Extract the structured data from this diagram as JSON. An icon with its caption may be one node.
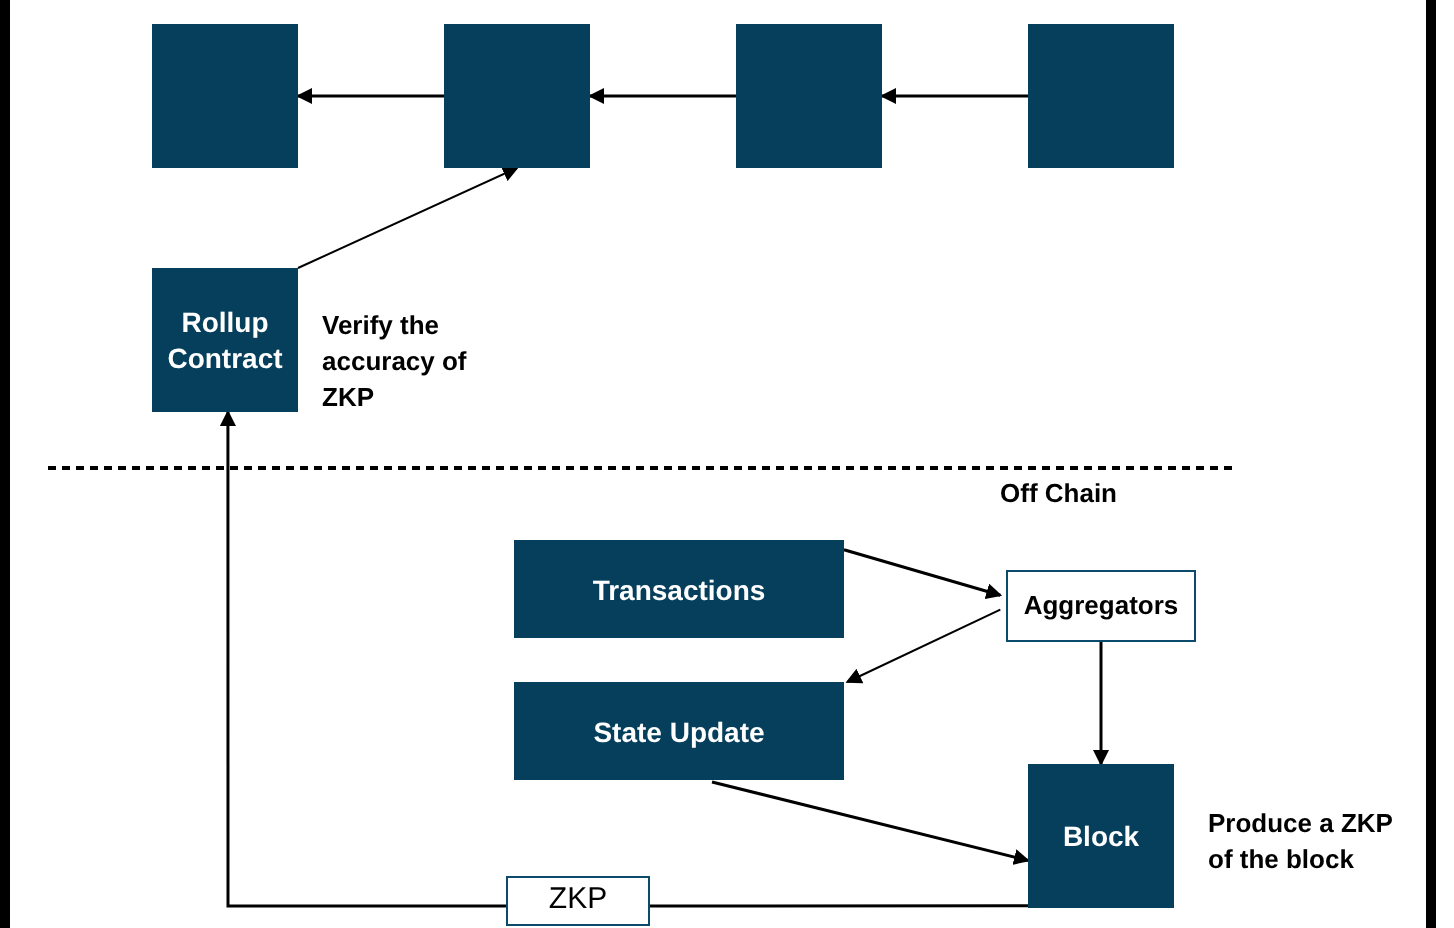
{
  "diagram": {
    "nodes": [
      {
        "text": [],
        "shape": "box"
      },
      {
        "text": [],
        "shape": "box"
      },
      {
        "text": [],
        "shape": "box"
      },
      {
        "text": [],
        "shape": "box"
      },
      {
        "text": [
          "Rollup Contract"
        ],
        "beside": [
          "Verify the accuracy of ZKP"
        ]
      },
      {
        "text": [
          "Transactions"
        ]
      },
      {
        "text": [
          "Aggregators"
        ]
      },
      {
        "text": [
          "State Update"
        ]
      },
      {
        "text": [
          "Block"
        ],
        "beside": [
          "Produce a ZKP of the block"
        ]
      },
      {
        "text": [
          "ZKP"
        ]
      }
    ],
    "edges": [
      {
        "from": 1,
        "to": 0,
        "arrow": "to"
      },
      {
        "from": 2,
        "to": 1,
        "arrow": "to"
      },
      {
        "from": 3,
        "to": 2,
        "arrow": "to"
      },
      {
        "from": 4,
        "to": 1,
        "arrow": "to"
      },
      {
        "from": 5,
        "to": 6,
        "arrow": "to"
      },
      {
        "from": 6,
        "to": 7,
        "arrow": "to"
      },
      {
        "from": 6,
        "to": 8,
        "arrow": "to"
      },
      {
        "from": 7,
        "to": 8,
        "arrow": "to"
      },
      {
        "from": 8,
        "to": 9,
        "arrow": "none"
      },
      {
        "from": 9,
        "to": 4,
        "arrow": "to"
      }
    ],
    "labels": [
      "Off Chain"
    ]
  }
}
